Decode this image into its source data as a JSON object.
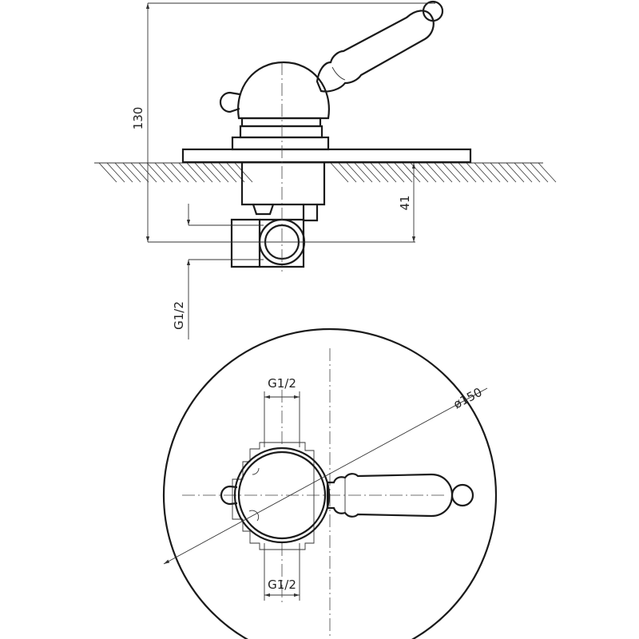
{
  "dimensions": {
    "height_total": "130",
    "inlet_offset": "41",
    "thread_side": "G1/2",
    "thread_top": "G1/2",
    "thread_bottom": "G1/2",
    "plate_diameter": "ø150"
  }
}
